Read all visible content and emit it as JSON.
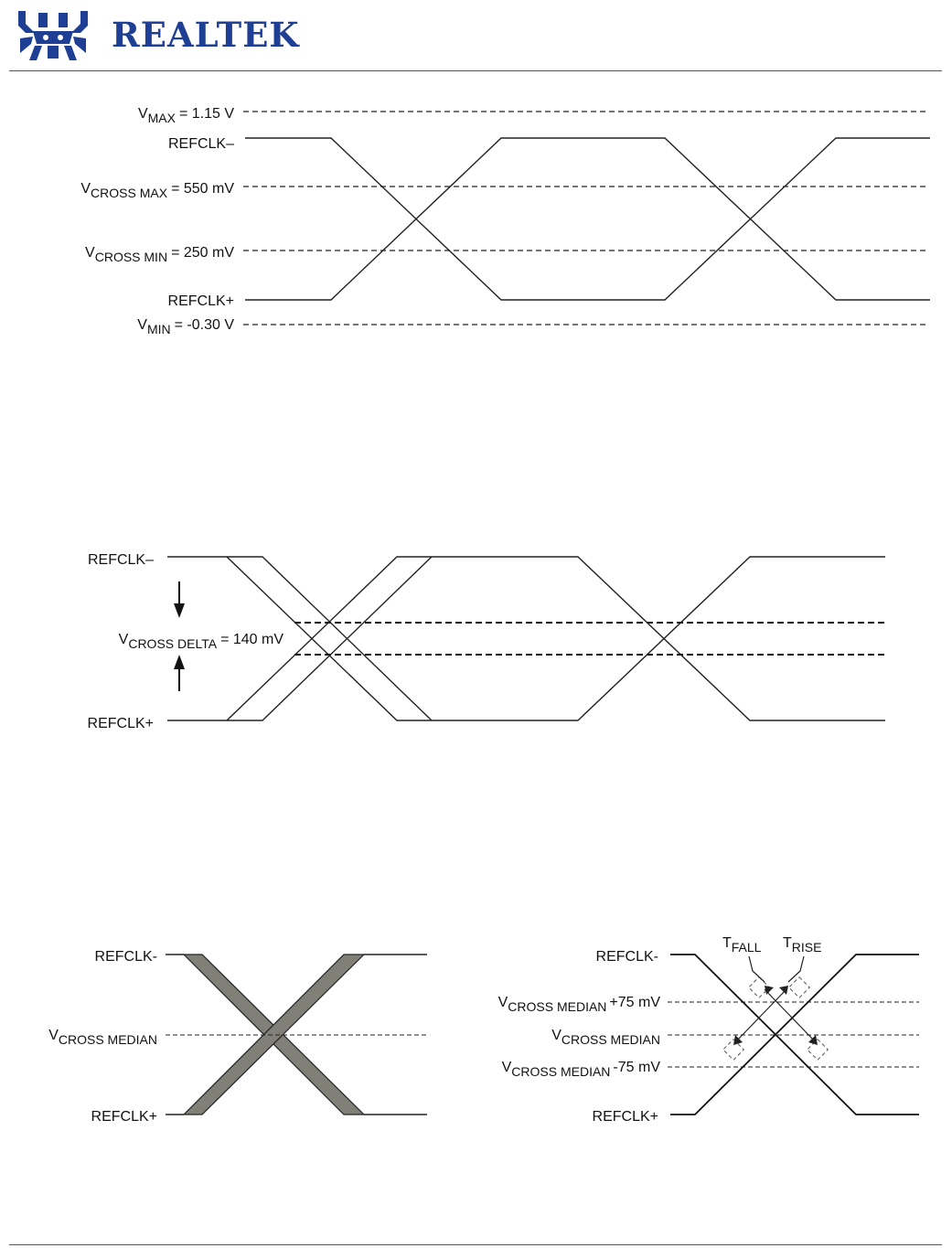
{
  "header": {
    "brand": "REALTEK",
    "colors": {
      "brand": "#1f3f95"
    },
    "logo_icon": "realtek-crab-logo-icon"
  },
  "figure1": {
    "signal_top": "REFCLK–",
    "signal_bottom": "REFCLK+",
    "vmax": {
      "sym": "V",
      "sub": "MAX",
      "val": "= 1.15 V"
    },
    "vcross_max": {
      "sym": "V",
      "sub": "CROSS MAX",
      "val": "= 550 mV"
    },
    "vcross_min": {
      "sym": "V",
      "sub": "CROSS MIN",
      "val": "= 250 mV"
    },
    "vmin": {
      "sym": "V",
      "sub": "MIN",
      "val": "= -0.30 V"
    }
  },
  "figure2": {
    "signal_top": "REFCLK–",
    "signal_bottom": "REFCLK+",
    "vcross_delta": {
      "sym": "V",
      "sub": "CROSS DELTA",
      "val": "= 140 mV"
    }
  },
  "figure3": {
    "signal_top": "REFCLK-",
    "signal_bottom": "REFCLK+",
    "vcross_median": {
      "sym": "V",
      "sub": "CROSS MEDIAN"
    }
  },
  "figure4": {
    "signal_top": "REFCLK-",
    "signal_bottom": "REFCLK+",
    "tfall": {
      "sym": "T",
      "sub": "FALL"
    },
    "trise": {
      "sym": "T",
      "sub": "RISE"
    },
    "median_plus": {
      "sym": "V",
      "sub": "CROSS MEDIAN",
      "val": "+75 mV"
    },
    "median": {
      "sym": "V",
      "sub": "CROSS MEDIAN"
    },
    "median_minus": {
      "sym": "V",
      "sub": "CROSS MEDIAN",
      "val": "-75 mV"
    }
  }
}
